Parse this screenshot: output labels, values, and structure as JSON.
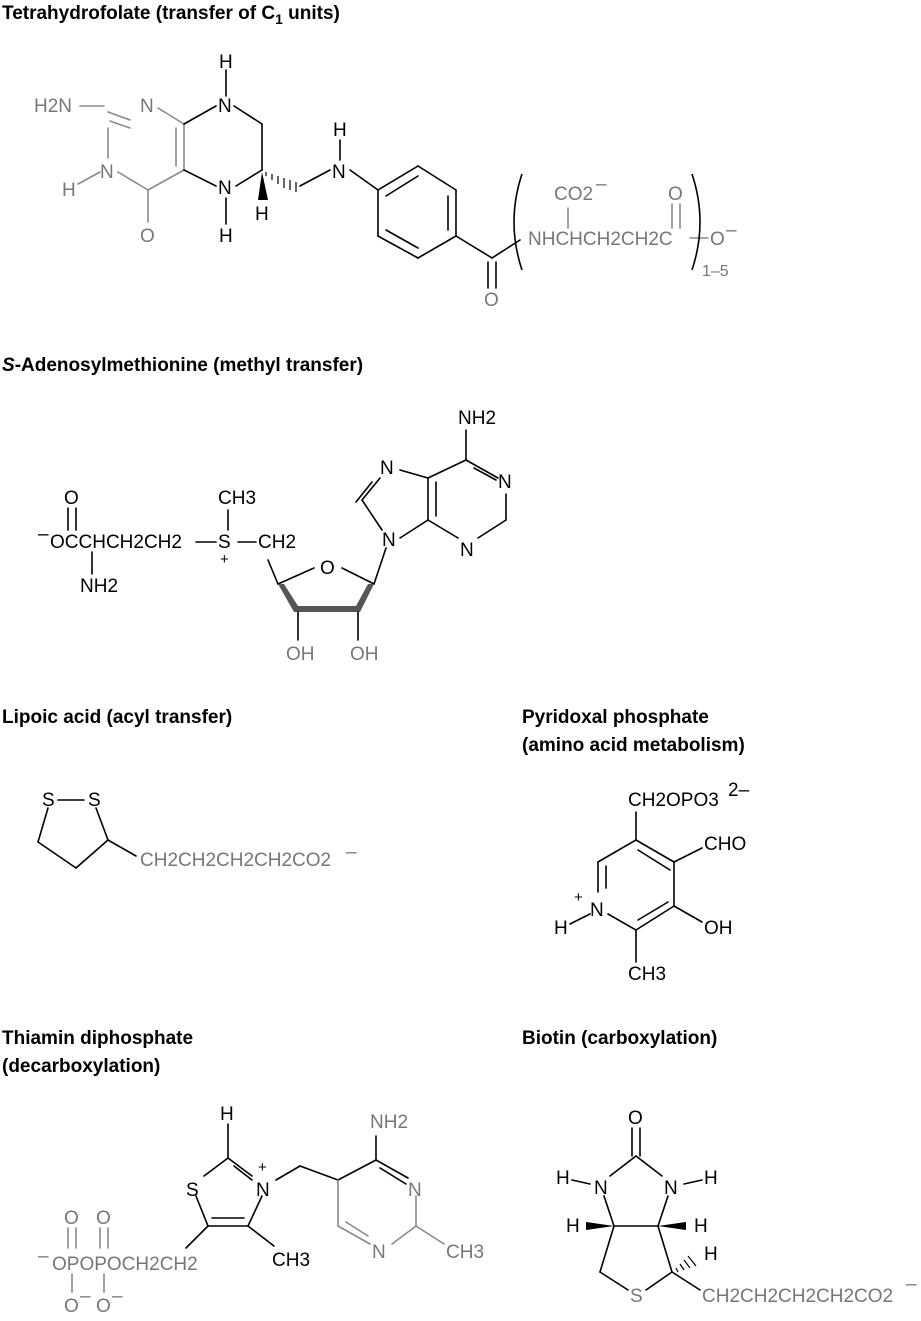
{
  "titles": {
    "thf_main": "Tetrahydrofolate (transfer of C",
    "thf_sub": "1",
    "thf_tail": " units)",
    "sam_s": "S",
    "sam_rest": "-Adenosylmethionine (methyl transfer)",
    "lipoic": "Lipoic acid (acyl transfer)",
    "plp_line1": "Pyridoxal phosphate",
    "plp_line2": "(amino acid metabolism)",
    "tpp_line1": "Thiamin diphosphate",
    "tpp_line2": "(decarboxylation)",
    "biotin": "Biotin (carboxylation)"
  },
  "atoms": {
    "thf": {
      "h2n": "H2N",
      "n1": "N",
      "n_top": "N",
      "h_top": "H",
      "n3": "N",
      "h_left": "H",
      "o_left": "O",
      "n5": "N",
      "h5": "H",
      "h6": "H",
      "nh_n": "N",
      "nh_h": "H",
      "o_amide": "O",
      "glu": "NHCHCH2CH2C",
      "co2": "CO2",
      "o_glu": "O",
      "o_minus": "O",
      "repeat": "1–5",
      "minus": "–"
    },
    "sam": {
      "nh2": "NH2",
      "n7": "N",
      "n1": "N",
      "n3": "N",
      "n9": "N",
      "o_ring": "O",
      "oh1": "OH",
      "oh2": "OH",
      "ch3": "CH3",
      "ch2": "CH2",
      "s": "S",
      "plus": "+",
      "chain": "OCCHCH2CH2",
      "o_carb": "O",
      "nh2_b": "NH2",
      "minus": "–"
    },
    "lipoic": {
      "s1": "S",
      "s2": "S",
      "chain": "CH2CH2CH2CH2CO2",
      "minus": "–"
    },
    "plp": {
      "ch2opo3": "CH2OPO3",
      "charge": "2–",
      "cho": "CHO",
      "oh": "OH",
      "ch3": "CH3",
      "n": "N",
      "h": "H",
      "plus": "+"
    },
    "tpp": {
      "h": "H",
      "s": "S",
      "n": "N",
      "plus": "+",
      "ch3": "CH3",
      "nh2": "NH2",
      "n_a": "N",
      "n_b": "N",
      "ch3_b": "CH3",
      "chain": "OPOPOCH2CH2",
      "o1": "O",
      "o2": "O",
      "o3": "O",
      "o4": "O",
      "minus": "–"
    },
    "biotin": {
      "o": "O",
      "n1": "N",
      "n2": "N",
      "h1": "H",
      "h2": "H",
      "h3": "H",
      "h4": "H",
      "h5": "H",
      "s": "S",
      "chain": "CH2CH2CH2CH2CO2",
      "minus": "–"
    }
  }
}
